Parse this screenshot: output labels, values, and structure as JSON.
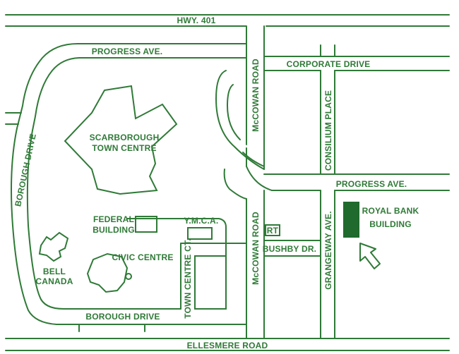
{
  "colors": {
    "line": "#2f7a37",
    "building_fill": "#1f6a2c",
    "background": "#ffffff"
  },
  "roads": {
    "hwy_401": "HWY. 401",
    "progress_ave_north": "PROGRESS AVE.",
    "corporate_drive": "CORPORATE DRIVE",
    "mccowan_road_north": "McCOWAN ROAD",
    "consilium_place": "CONSILIUM PLACE",
    "progress_ave_east": "PROGRESS AVE.",
    "borough_drive_west": "BOROUGH DRIVE",
    "borough_drive_south": "BOROUGH DRIVE",
    "mccowan_road_south": "McCOWAN ROAD",
    "grangeway_ave": "GRANGEWAY AVE.",
    "bushby_dr": "BUSHBY DR.",
    "town_centre_ct": "TOWN CENTRE CT.",
    "ellesmere_road": "ELLESMERE ROAD"
  },
  "places": {
    "scarborough_line1": "SCARBOROUGH",
    "scarborough_line2": "TOWN CENTRE",
    "federal_line1": "FEDERAL",
    "federal_line2": "BUILDING",
    "ymca": "Y.M.C.A.",
    "rt": "RT",
    "civic_centre": "CIVIC CENTRE",
    "bell_line1": "BELL",
    "bell_line2": "CANADA",
    "royal_bank_line1": "ROYAL BANK",
    "royal_bank_line2": "BUILDING"
  },
  "markers": {
    "destination_arrow": "arrow-pointer-icon"
  }
}
